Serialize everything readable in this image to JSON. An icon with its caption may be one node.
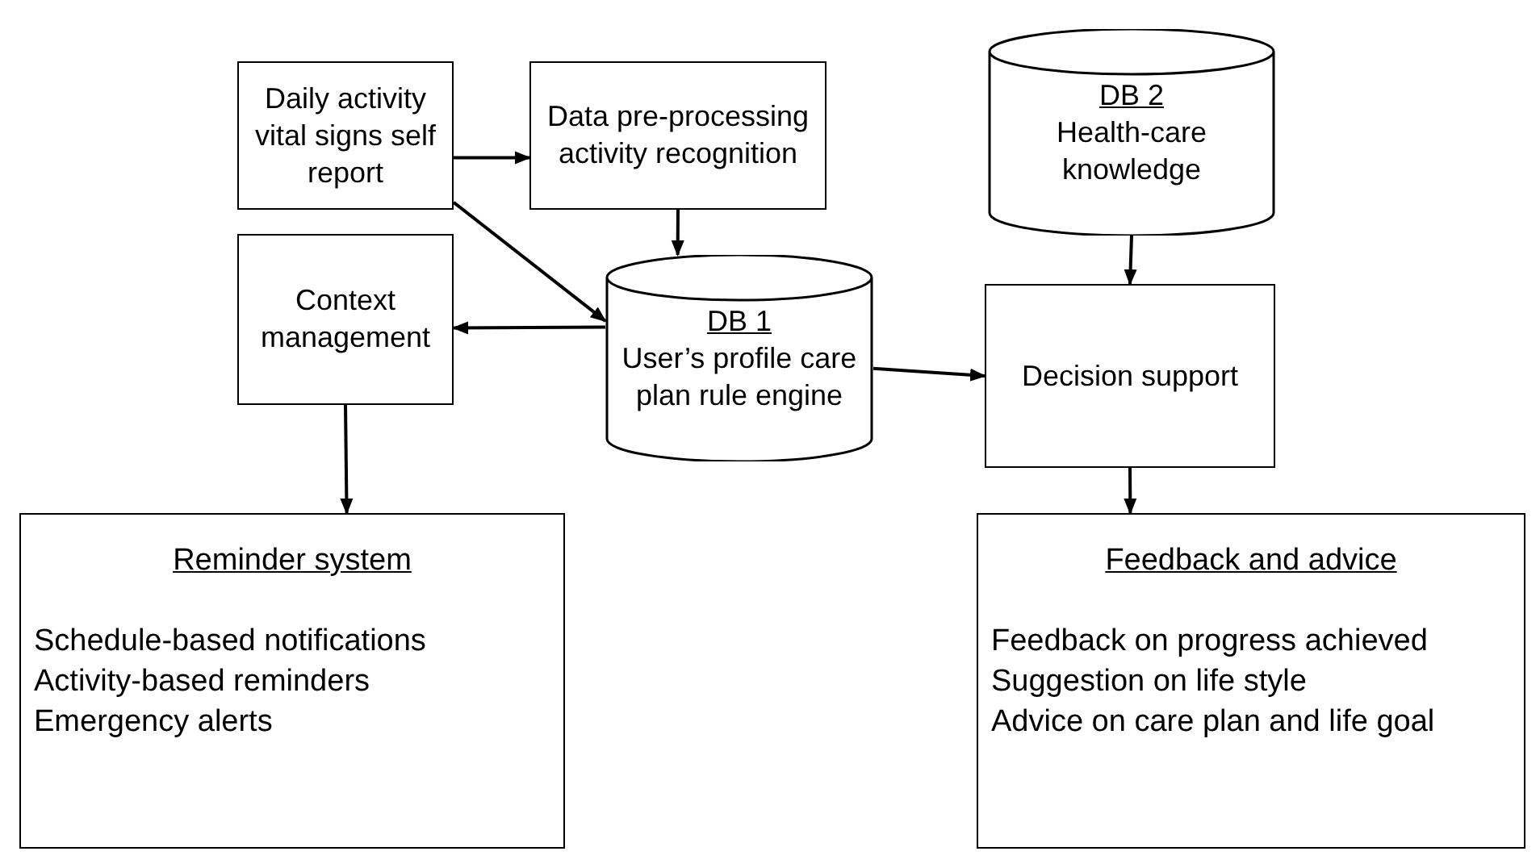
{
  "diagram": {
    "nodes": [
      {
        "text": [
          "Daily activity vital signs self report"
        ]
      },
      {
        "text": [
          "Data pre-processing activity recognition"
        ]
      },
      {
        "text": [
          "DB 2",
          "Health-care knowledge"
        ]
      },
      {
        "text": [
          "Context management"
        ]
      },
      {
        "text": [
          "DB 1",
          "User’s profile care plan rule engine"
        ]
      },
      {
        "text": [
          "Decision support"
        ]
      },
      {
        "text": [
          "Reminder system",
          "Schedule-based notifications",
          "Activity-based reminders",
          "Emergency alerts"
        ]
      },
      {
        "text": [
          "Feedback and advice",
          "Feedback on progress achieved",
          "Suggestion on life style",
          "Advice on care plan and life goal"
        ]
      }
    ],
    "edges": [
      {
        "from": 0,
        "to": 1,
        "arrow": "to"
      },
      {
        "from": 0,
        "to": 4,
        "arrow": "to"
      },
      {
        "from": 1,
        "to": 4,
        "arrow": "to"
      },
      {
        "from": 4,
        "to": 3,
        "arrow": "to"
      },
      {
        "from": 4,
        "to": 5,
        "arrow": "to"
      },
      {
        "from": 2,
        "to": 5,
        "arrow": "to"
      },
      {
        "from": 3,
        "to": 6,
        "arrow": "to"
      },
      {
        "from": 5,
        "to": 7,
        "arrow": "to"
      }
    ]
  }
}
